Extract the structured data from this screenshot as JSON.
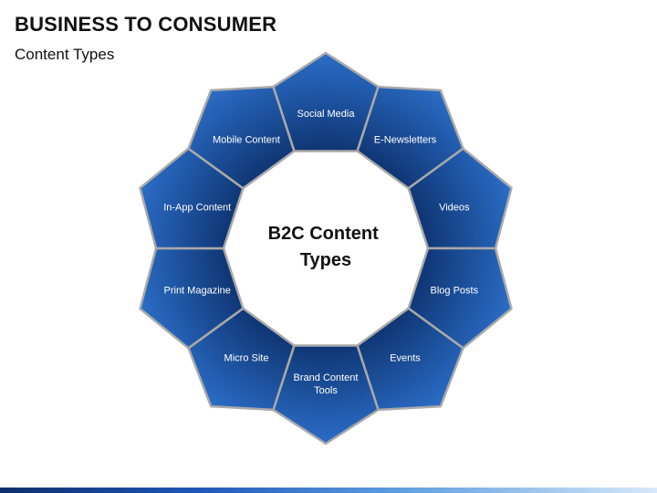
{
  "header": {
    "title": "BUSINESS TO CONSUMER",
    "subtitle": "Content Types"
  },
  "diagram": {
    "center_lines": [
      "B2C Content",
      "Types"
    ],
    "segments": [
      {
        "lines": [
          "Social Media"
        ]
      },
      {
        "lines": [
          "E-Newsletters"
        ]
      },
      {
        "lines": [
          "Videos"
        ]
      },
      {
        "lines": [
          "Blog Posts"
        ]
      },
      {
        "lines": [
          "Events"
        ]
      },
      {
        "lines": [
          "Brand Content",
          "Tools"
        ]
      },
      {
        "lines": [
          "Micro Site"
        ]
      },
      {
        "lines": [
          "Print Magazine"
        ]
      },
      {
        "lines": [
          "In-App Content"
        ]
      },
      {
        "lines": [
          "Mobile Content"
        ]
      }
    ]
  },
  "colors": {
    "segment_light": "#2a6bc4",
    "segment_dark": "#0c2f6a",
    "segment_stroke": "#a9a9a9"
  }
}
